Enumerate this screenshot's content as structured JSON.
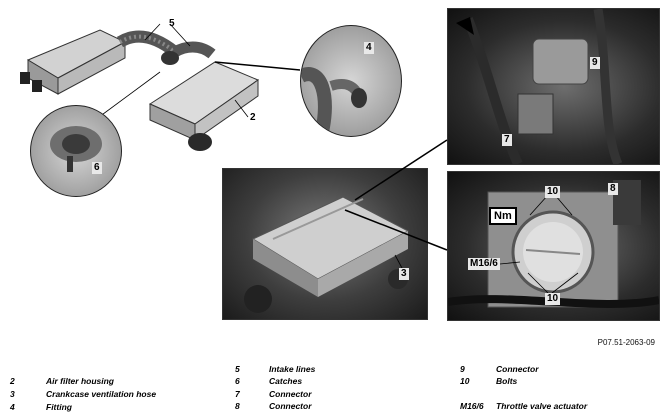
{
  "reference": "P07.51-2063-09",
  "nm_label": "Nm",
  "callouts": {
    "c5": "5",
    "c2": "2",
    "c4": "4",
    "c6": "6",
    "c3": "3",
    "c9": "9",
    "c7": "7",
    "c8": "8",
    "c10a": "10",
    "c10b": "10",
    "cM16": "M16/6"
  },
  "legend": [
    {
      "num": "2",
      "text": "Air filter housing"
    },
    {
      "num": "3",
      "text": "Crankcase ventilation hose"
    },
    {
      "num": "4",
      "text": "Fitting"
    },
    {
      "num": "5",
      "text": "Intake lines"
    },
    {
      "num": "6",
      "text": "Catches"
    },
    {
      "num": "7",
      "text": "Connector"
    },
    {
      "num": "8",
      "text": "Connector"
    },
    {
      "num": "9",
      "text": "Connector"
    },
    {
      "num": "10",
      "text": "Bolts"
    },
    {
      "num": "M16/6",
      "text": "Throttle valve actuator"
    }
  ]
}
